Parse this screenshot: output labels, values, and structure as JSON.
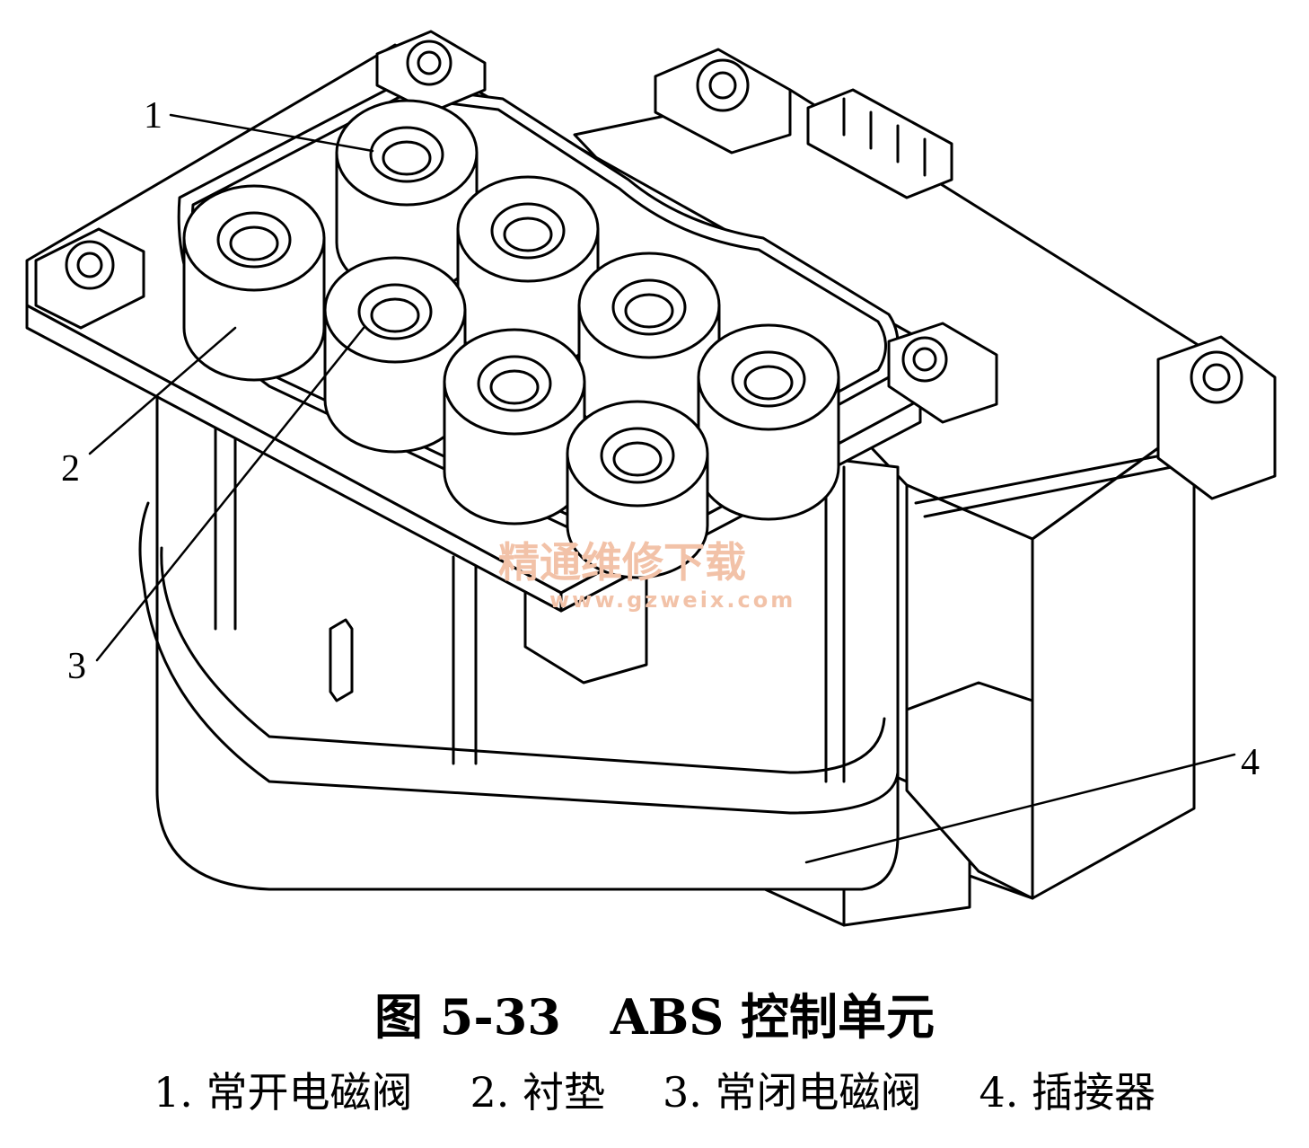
{
  "watermark": {
    "text": "精通维修下载",
    "url": "www.gzweix.com"
  },
  "callouts": [
    "1",
    "2",
    "3",
    "4"
  ],
  "caption": {
    "figure_number": "图 5-33",
    "title": "ABS 控制单元"
  },
  "legend": [
    "1. 常开电磁阀",
    "2. 衬垫",
    "3. 常闭电磁阀",
    "4. 插接器"
  ]
}
